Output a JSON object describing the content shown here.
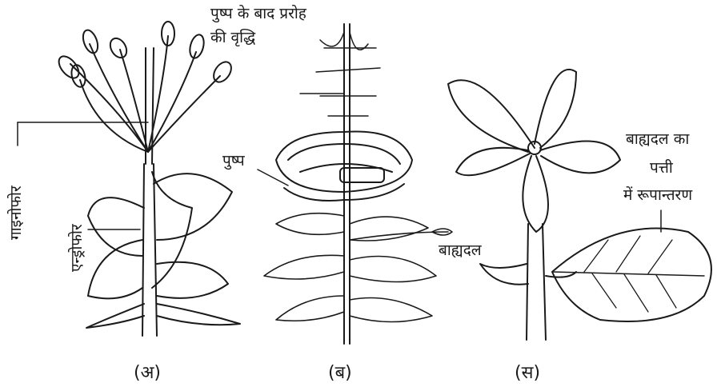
{
  "labels": {
    "gynophore": "गाइनोफोर",
    "androphore": "एन्ड्रोफोर",
    "growth_line1": "पुष्प के बाद प्ररोह",
    "growth_line2": "की वृद्धि",
    "flower": "पुष्प",
    "sepal": "बाह्यदल",
    "sepal_leaf_line1": "बाह्यदल का",
    "sepal_leaf_line2": "पत्ती",
    "sepal_leaf_line3": "में रूपान्तरण"
  },
  "captions": {
    "a": "(अ)",
    "b": "(ब)",
    "c": "(स)"
  }
}
